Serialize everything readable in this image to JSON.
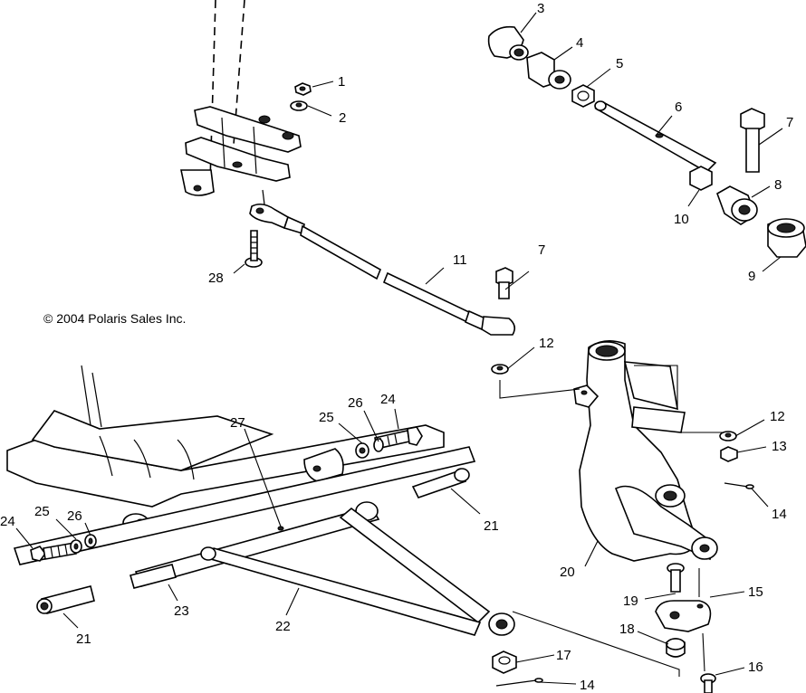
{
  "copyright": "© 2004 Polaris Sales Inc.",
  "callouts": {
    "c1": "1",
    "c2": "2",
    "c3": "3",
    "c4": "4",
    "c5": "5",
    "c6": "6",
    "c7a": "7",
    "c7b": "7",
    "c8": "8",
    "c9": "9",
    "c10": "10",
    "c11": "11",
    "c12a": "12",
    "c12b": "12",
    "c13": "13",
    "c14a": "14",
    "c14b": "14",
    "c15": "15",
    "c16": "16",
    "c17": "17",
    "c18": "18",
    "c19": "19",
    "c20": "20",
    "c21a": "21",
    "c21b": "21",
    "c22": "22",
    "c23": "23",
    "c24a": "24",
    "c24b": "24",
    "c25a": "25",
    "c25b": "25",
    "c26a": "26",
    "c26b": "26",
    "c27": "27",
    "c28": "28"
  }
}
